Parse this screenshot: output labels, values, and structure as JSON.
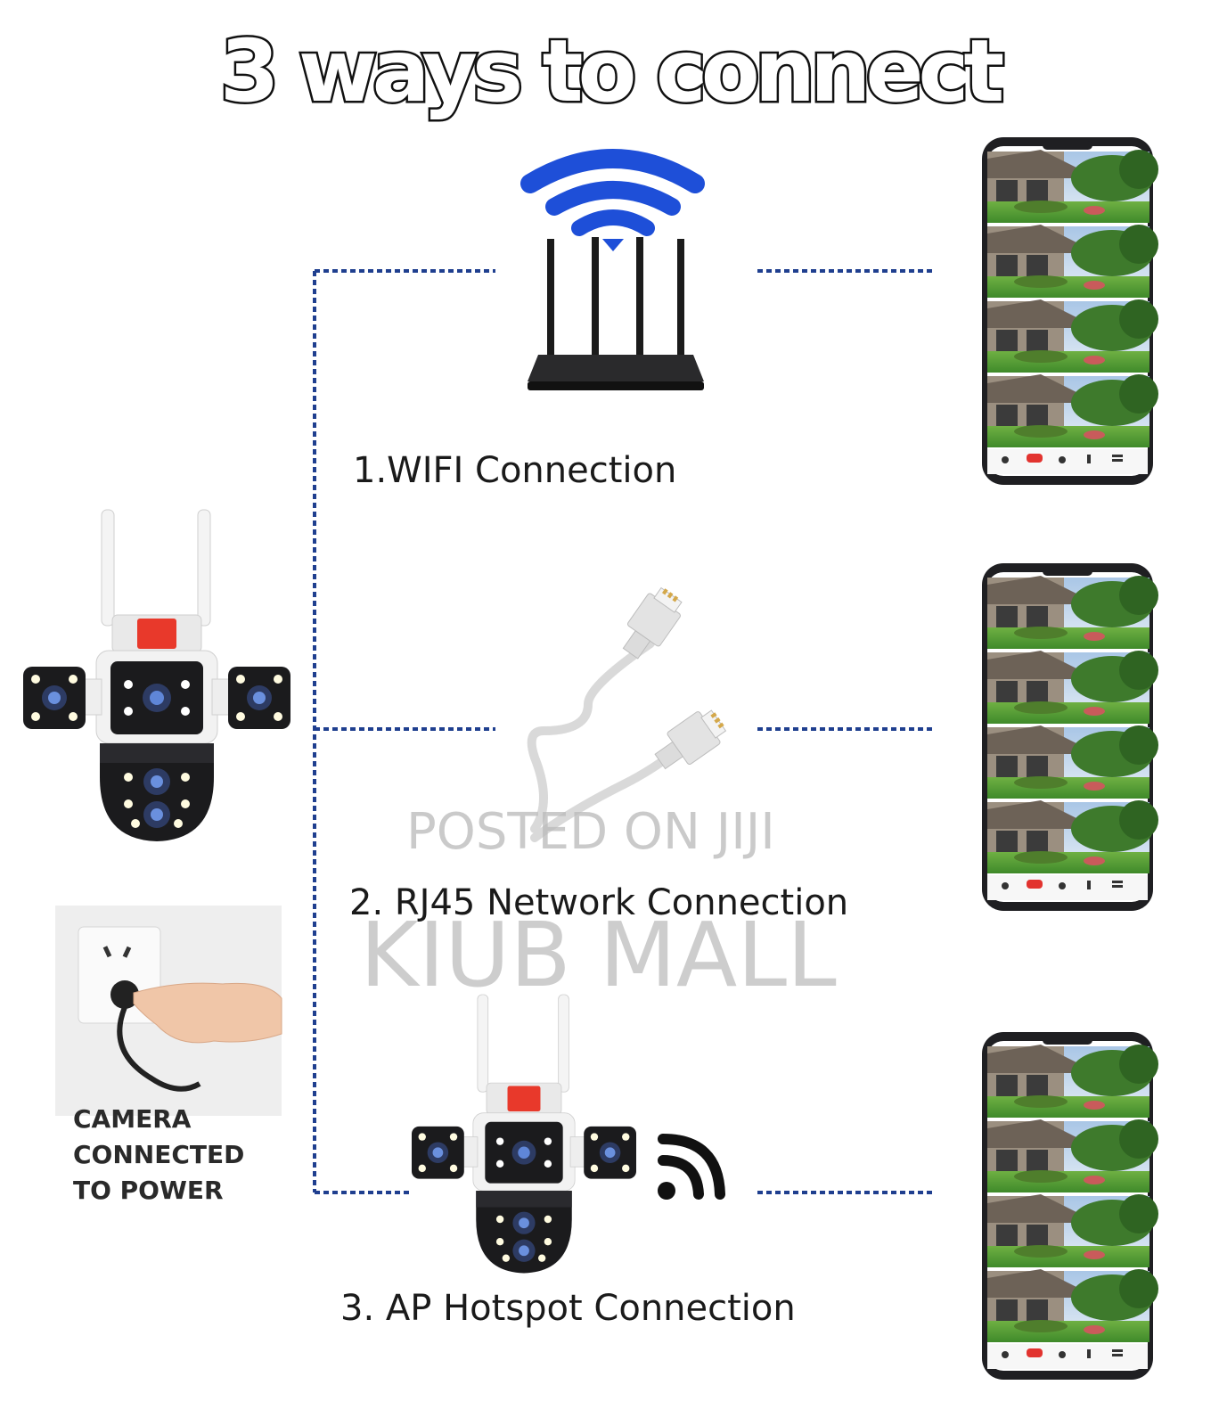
{
  "title": "3 ways to connect",
  "connections": [
    {
      "label": "1.WIFI Connection",
      "icon": "wifi-router-icon"
    },
    {
      "label": "2. RJ45 Network Connection",
      "icon": "ethernet-cable-icon"
    },
    {
      "label": "3. AP Hotspot Connection",
      "icon": "camera-hotspot-icon"
    }
  ],
  "power": {
    "lines": [
      "CAMERA",
      "CONNECTED",
      "TO POWER"
    ]
  },
  "watermark": {
    "line1": "POSTED ON JIJI",
    "line2": "KIUB MALL"
  },
  "colors": {
    "connector": "#1f3f8f",
    "wifi": "#1e4fd8",
    "camera_accent": "#e8392b",
    "camera_body": "#f2f2f2",
    "camera_dark": "#1b1b1d"
  }
}
